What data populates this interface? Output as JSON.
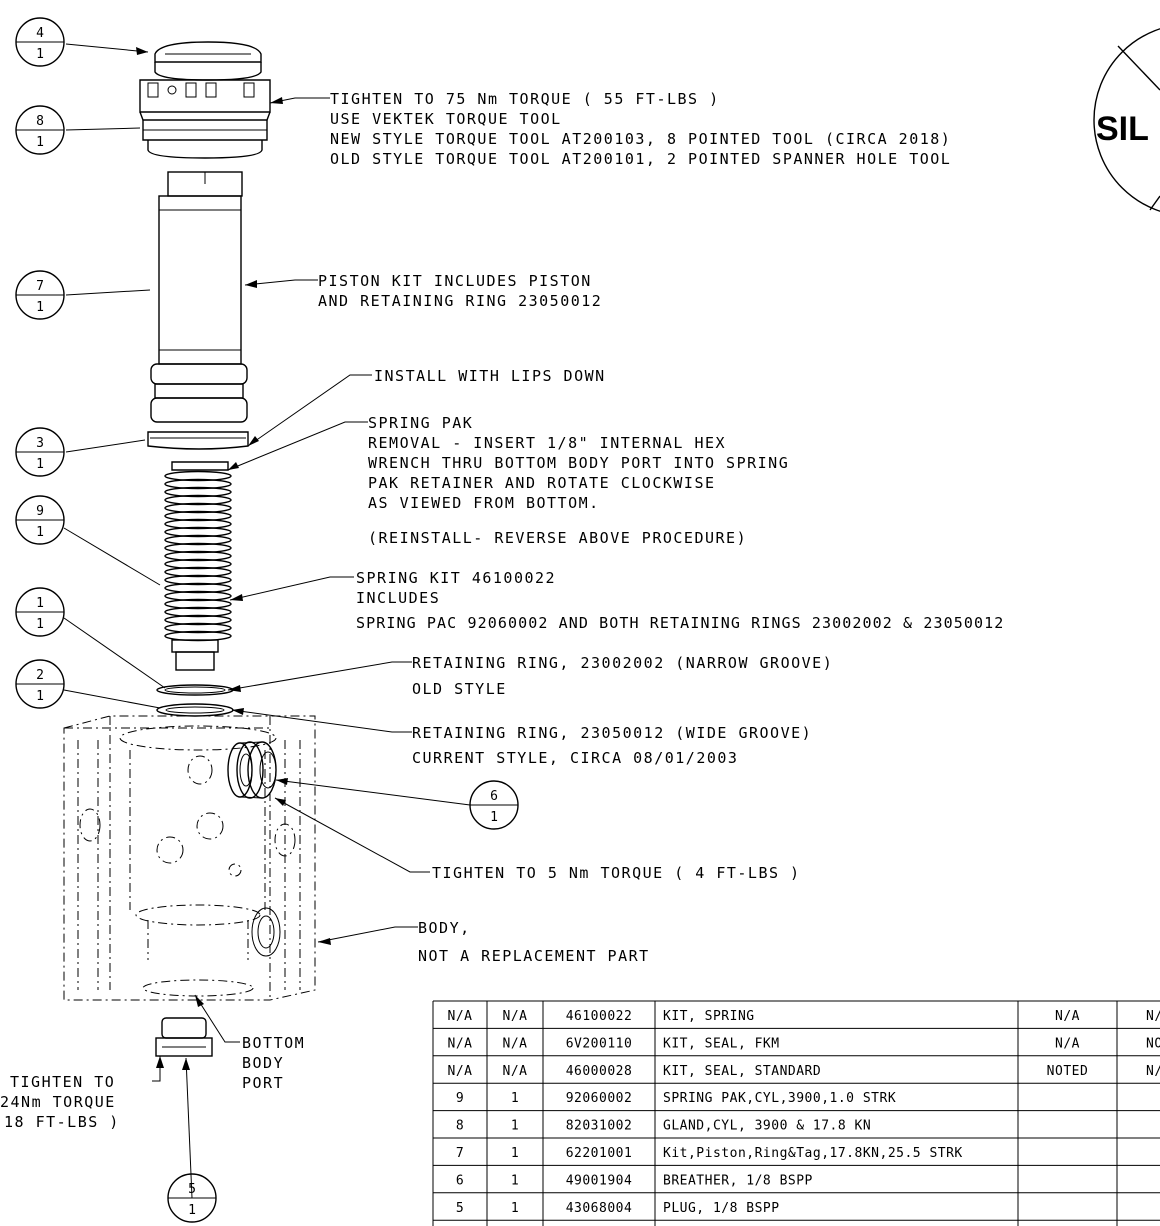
{
  "balloons": [
    {
      "item": "4",
      "qty": "1"
    },
    {
      "item": "8",
      "qty": "1"
    },
    {
      "item": "7",
      "qty": "1"
    },
    {
      "item": "3",
      "qty": "1"
    },
    {
      "item": "9",
      "qty": "1"
    },
    {
      "item": "1",
      "qty": "1"
    },
    {
      "item": "2",
      "qty": "1"
    },
    {
      "item": "6",
      "qty": "1"
    },
    {
      "item": "5",
      "qty": "1"
    }
  ],
  "notes": {
    "gland": [
      "TIGHTEN TO 75 Nm TORQUE ( 55 FT-LBS )",
      "USE VEKTEK TORQUE TOOL",
      "NEW STYLE TORQUE TOOL AT200103, 8 POINTED TOOL (CIRCA 2018)",
      "OLD STYLE TORQUE TOOL AT200101, 2 POINTED SPANNER HOLE TOOL"
    ],
    "piston": [
      "PISTON KIT INCLUDES PISTON",
      "AND RETAINING RING 23050012"
    ],
    "lips": [
      "INSTALL WITH LIPS DOWN"
    ],
    "spring_pak": [
      "SPRING PAK",
      "REMOVAL - INSERT 1/8\" INTERNAL HEX",
      "WRENCH THRU BOTTOM BODY PORT INTO SPRING",
      "PAK RETAINER AND ROTATE CLOCKWISE",
      "AS VIEWED FROM BOTTOM.",
      "(REINSTALL- REVERSE ABOVE PROCEDURE)"
    ],
    "spring_kit": [
      "SPRING KIT 46100022",
      "INCLUDES",
      "SPRING PAC 92060002 AND BOTH RETAINING RINGS 23002002 & 23050012"
    ],
    "ring_old": [
      "RETAINING RING, 23002002 (NARROW GROOVE)",
      "OLD STYLE"
    ],
    "ring_new": [
      "RETAINING RING, 23050012 (WIDE GROOVE)",
      "CURRENT STYLE, CIRCA 08/01/2003"
    ],
    "breather": [
      "TIGHTEN TO 5 Nm TORQUE ( 4 FT-LBS )"
    ],
    "body": [
      "BODY,",
      "NOT A REPLACEMENT PART"
    ],
    "bottom_port": [
      "BOTTOM",
      "BODY",
      "PORT"
    ],
    "plug": [
      "TIGHTEN TO",
      "24Nm TORQUE",
      "18 FT-LBS )"
    ]
  },
  "stamp": {
    "text": "SIL"
  },
  "bom": {
    "rows": [
      [
        "N/A",
        "N/A",
        "46100022",
        "KIT, SPRING",
        "N/A",
        "N/A"
      ],
      [
        "N/A",
        "N/A",
        "6V200110",
        "KIT, SEAL, FKM",
        "N/A",
        "NOT"
      ],
      [
        "N/A",
        "N/A",
        "46000028",
        "KIT, SEAL, STANDARD",
        "NOTED",
        "N/A"
      ],
      [
        "9",
        "1",
        "92060002",
        "SPRING PAK,CYL,3900,1.0 STRK",
        "",
        ""
      ],
      [
        "8",
        "1",
        "82031002",
        "GLAND,CYL, 3900 & 17.8 KN",
        "",
        ""
      ],
      [
        "7",
        "1",
        "62201001",
        "Kit,Piston,Ring&Tag,17.8KN,25.5 STRK",
        "",
        ""
      ],
      [
        "6",
        "1",
        "49001904",
        "BREATHER, 1/8 BSPP",
        "",
        ""
      ],
      [
        "5",
        "1",
        "43068004",
        "PLUG, 1/8 BSPP",
        "",
        ""
      ]
    ]
  }
}
